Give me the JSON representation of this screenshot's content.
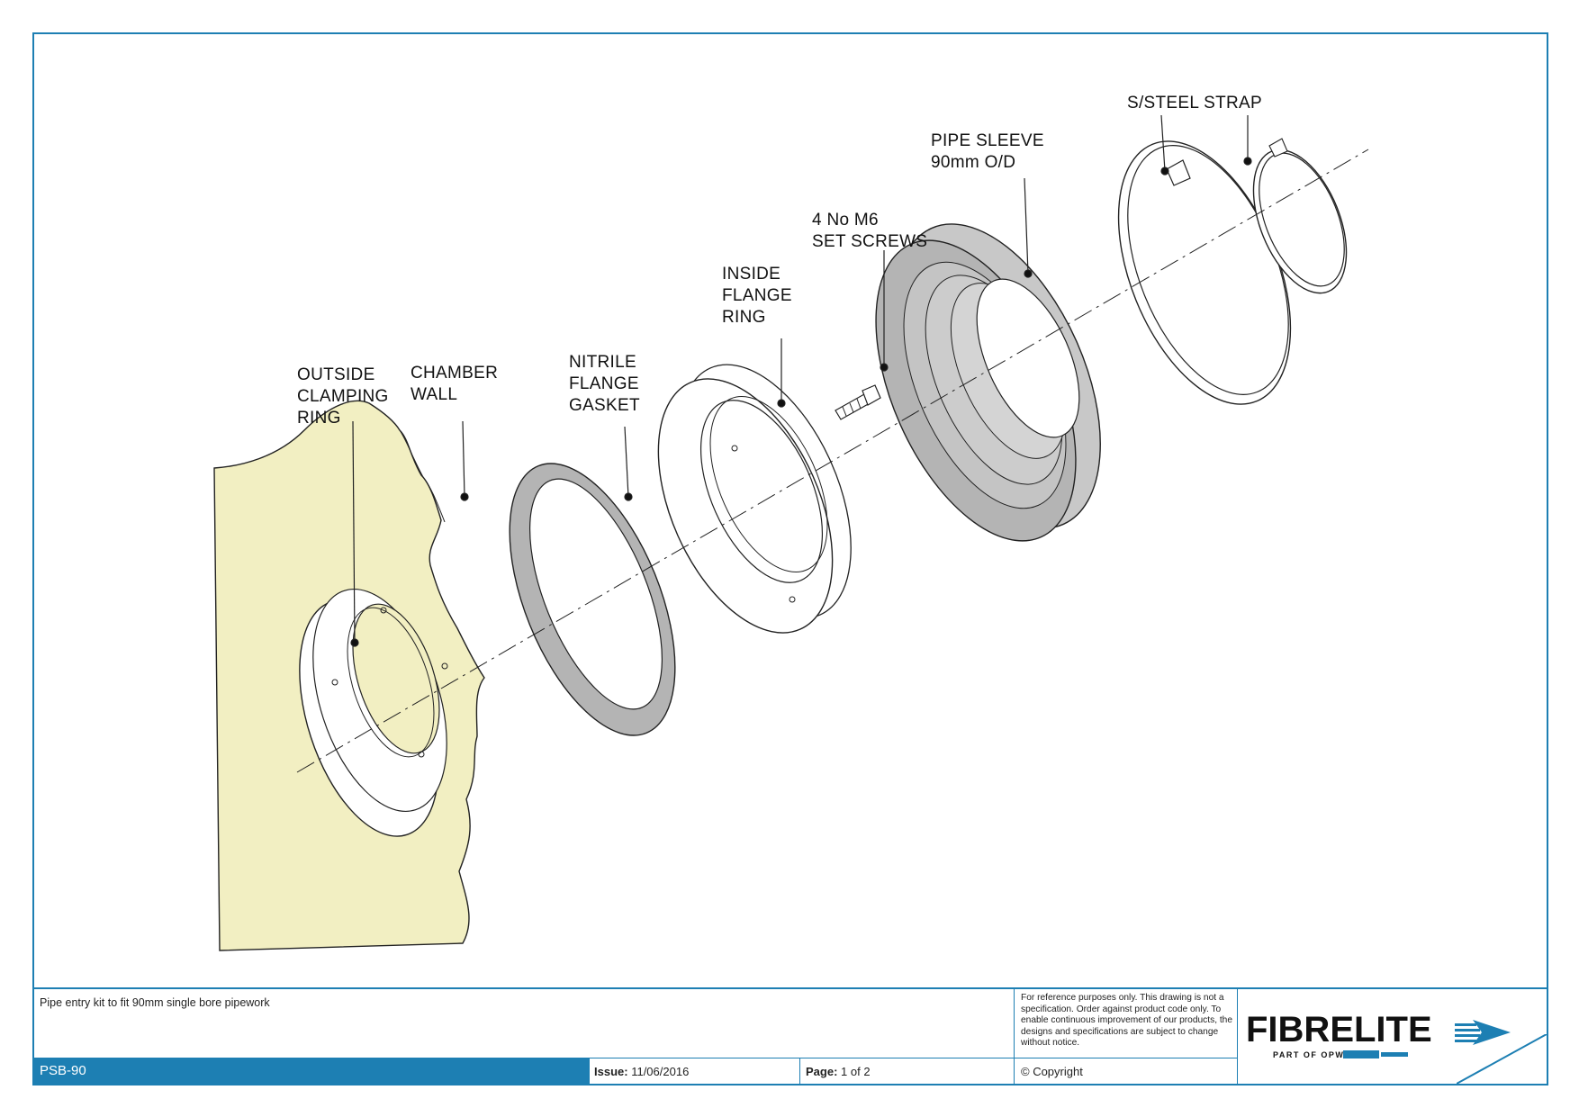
{
  "labels": {
    "strap": "S/STEEL STRAP",
    "sleeve": [
      "PIPE SLEEVE",
      "90mm O/D"
    ],
    "screws": [
      "4 No M6",
      "SET SCREWS"
    ],
    "inside_flange": [
      "INSIDE",
      "FLANGE",
      "RING"
    ],
    "gasket": [
      "NITRILE",
      "FLANGE",
      "GASKET"
    ],
    "chamber": [
      "CHAMBER",
      "WALL"
    ],
    "outside_ring": [
      "OUTSIDE",
      "CLAMPING",
      "RING"
    ]
  },
  "title_block": {
    "description": "Pipe entry kit to fit 90mm single bore pipework",
    "note": "For reference purposes only. This drawing is not a specification. Order against product code only.  To enable continuous improvement of our products, the designs and specifications are subject to change without notice.",
    "code": "PSB-90",
    "issue_label": "Issue:",
    "issue_value": "11/06/2016",
    "page_label": "Page:",
    "page_value": "1 of 2",
    "copyright": "© Copyright"
  },
  "logo": {
    "brand": "FIBRELITE",
    "tagline": "PART OF OPW"
  },
  "colors": {
    "frame_blue": "#1d7fb3",
    "wall_fill": "#f2efc2",
    "component_grey": "#b4b4b4"
  }
}
